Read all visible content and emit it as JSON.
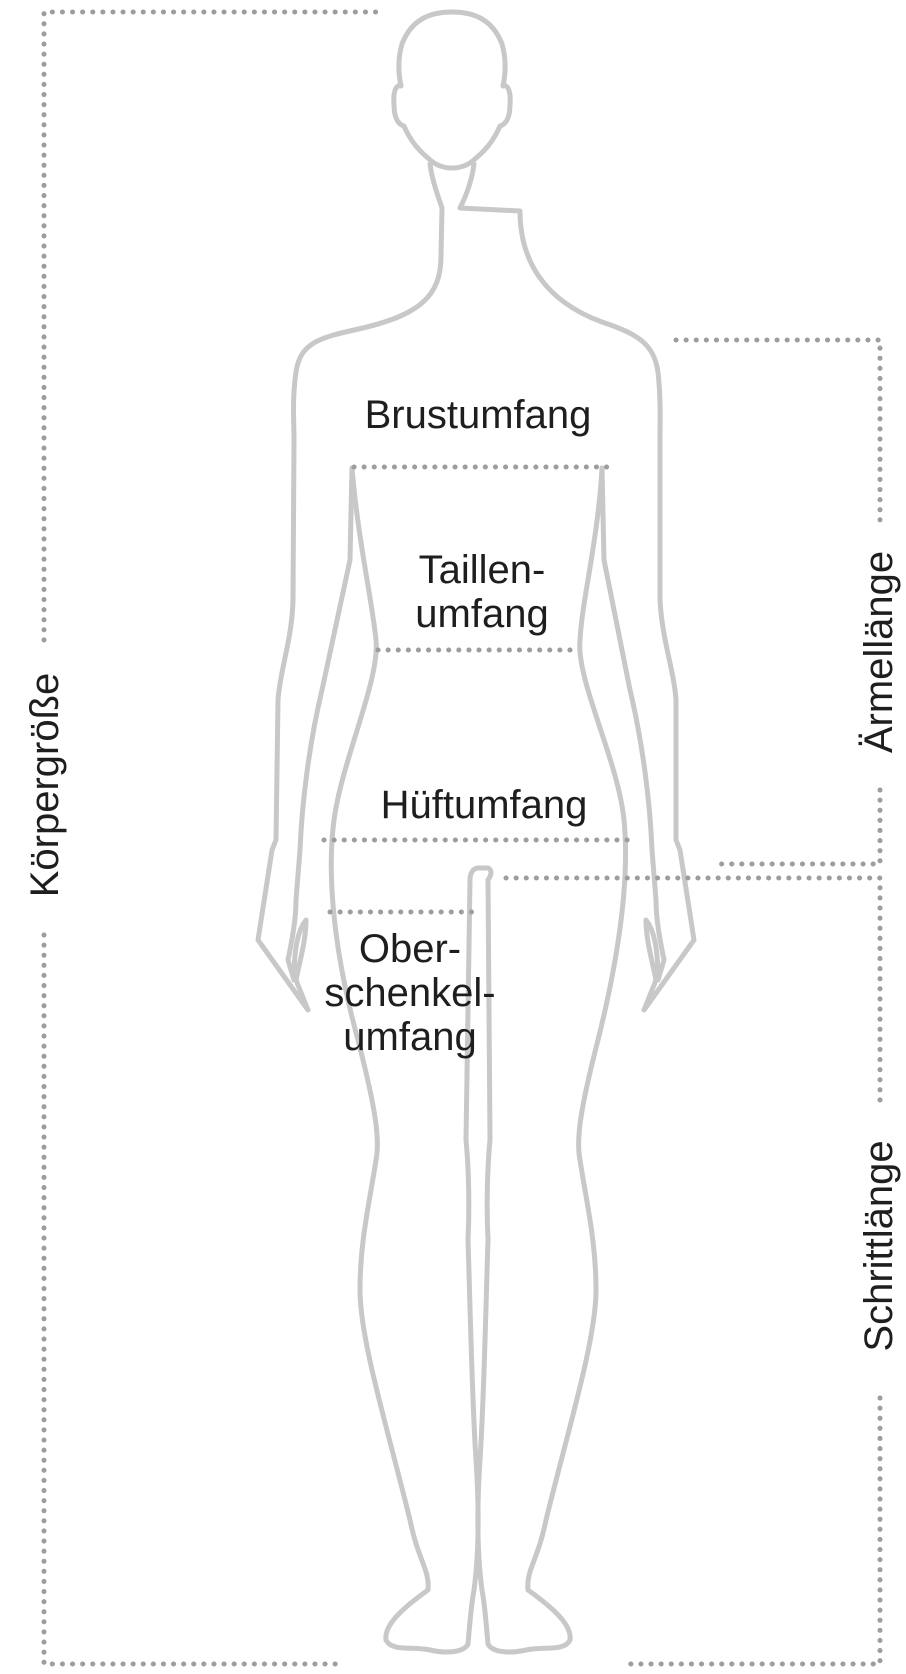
{
  "colors": {
    "outline": "#c8c8c8",
    "dots": "#9d9d9d",
    "text": "#1e1e1e"
  },
  "labels": {
    "body_height": "Körpergröße",
    "chest": "Brustumfang",
    "waist_line1": "Taillen-",
    "waist_line2": "umfang",
    "hip": "Hüftumfang",
    "thigh_line1": "Ober-",
    "thigh_line2": "schenkel-",
    "thigh_line3": "umfang",
    "sleeve_length": "Ärmellänge",
    "inseam": "Schrittlänge"
  }
}
